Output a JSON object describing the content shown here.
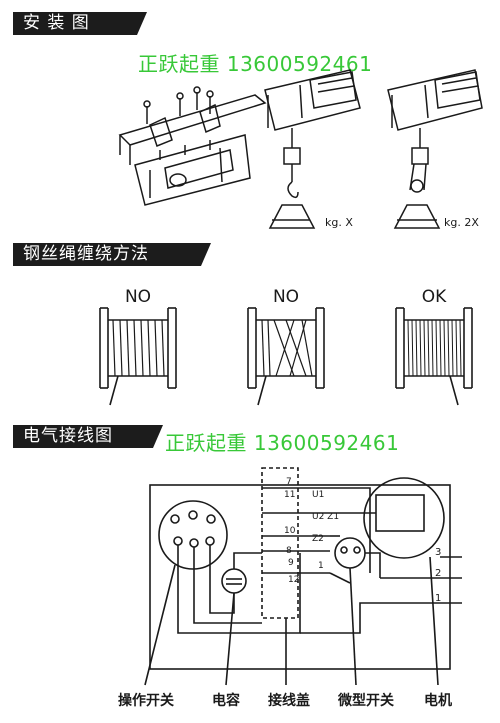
{
  "sections": {
    "installation": {
      "title": "安 装 图"
    },
    "winding": {
      "title": "钢丝绳缠绕方法"
    },
    "wiring": {
      "title": "电气接线图"
    }
  },
  "watermark": {
    "text": "正跃起重 13600592461"
  },
  "installation_figure": {
    "load_label_1": "kg.  X",
    "load_label_2": "kg.  2X"
  },
  "winding_figure": {
    "drums": [
      {
        "verdict": "NO"
      },
      {
        "verdict": "NO"
      },
      {
        "verdict": "OK"
      }
    ]
  },
  "wiring_diagram": {
    "terminal_numbers": [
      "7",
      "11",
      "10",
      "8",
      "12",
      "9",
      "1"
    ],
    "terminal_codes": [
      "U1",
      "U2 Z1",
      "Z2"
    ],
    "motor_leads": [
      "3",
      "2",
      "1"
    ],
    "component_labels": {
      "operation_switch": "操作开关",
      "capacitor": "电容",
      "terminal_cover": "接线盖",
      "micro_switch": "微型开关",
      "motor": "电机"
    }
  },
  "colors": {
    "header_bg": "#1c1c1c",
    "header_text": "#ffffff",
    "watermark": "#38c838",
    "line_art": "#1a1a1a"
  }
}
